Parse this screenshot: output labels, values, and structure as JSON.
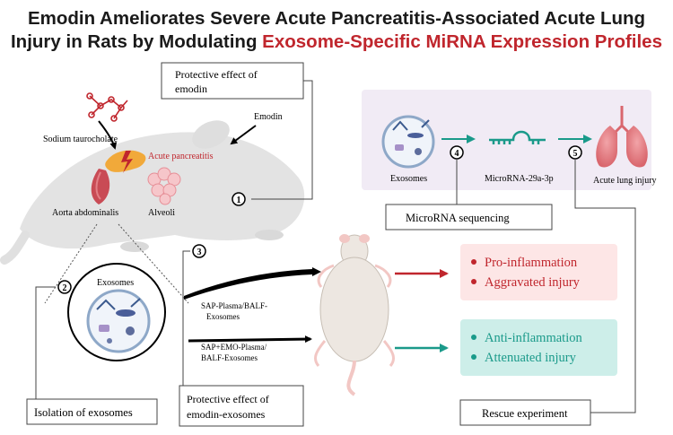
{
  "title": {
    "line1": "Emodin Ameliorates Severe Acute Pancreatitis-Associated Acute Lung",
    "line2_black": "Injury in Rats by Modulating ",
    "line2_red": "Exosome-Specific MiRNA Expression Profiles"
  },
  "labels": {
    "protective_effect_line1": "Protective effect of",
    "protective_effect_line2": "emodin",
    "emodin": "Emodin",
    "sodium_taurocholate": "Sodium taurocholate",
    "acute_pancreatitis": "Acute pancreatitis",
    "aorta_abdominalis": "Aorta abdominalis",
    "alveoli": "Alveoli",
    "exosomes_top": "Exosomes",
    "microrna": "MicroRNA-29a-3p",
    "acute_lung_injury": "Acute lung injury",
    "microrna_sequencing": "MicroRNA sequencing",
    "exosomes_circle": "Exosomes",
    "sap_line1": "SAP-Plasma/BALF-",
    "sap_line2": "Exosomes",
    "emo_line1": "SAP+EMO-Plasma/",
    "emo_line2": "BALF-Exosomes",
    "isolation": "Isolation of exosomes",
    "emodin_exo_line1": "Protective effect of",
    "emodin_exo_line2": "emodin-exosomes",
    "rescue": "Rescue experiment"
  },
  "steps": [
    "1",
    "2",
    "3",
    "4",
    "5"
  ],
  "outcomes": {
    "bad": [
      "Pro-inflammation",
      "Aggravated injury"
    ],
    "good": [
      "Anti-inflammation",
      "Attenuated injury"
    ]
  },
  "colors": {
    "accent_red": "#c0262d",
    "teal": "#1a9a8a",
    "pink_panel": "#fde6e6",
    "teal_panel": "#cdeee9",
    "lavender_panel": "#f1ebf5"
  }
}
